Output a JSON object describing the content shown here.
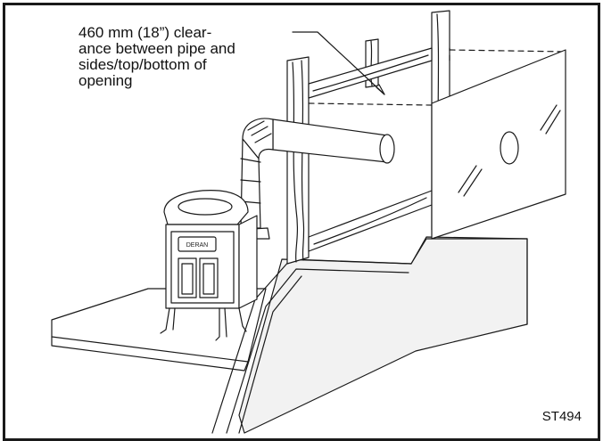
{
  "callout_text": "460 mm (18”) clear-\nance between pipe and\nsides/top/bottom of\nopening",
  "figure_id": "ST494",
  "stove_brand": "DERAN"
}
